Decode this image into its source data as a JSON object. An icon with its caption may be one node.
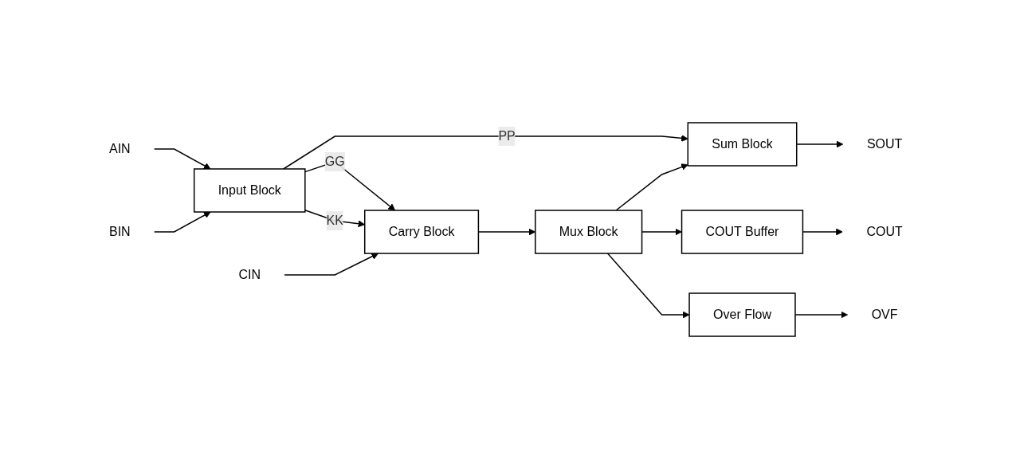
{
  "diagram": {
    "nodes": [
      {
        "text": [
          "AIN"
        ]
      },
      {
        "text": [
          "BIN"
        ]
      },
      {
        "text": [
          "Input Block"
        ]
      },
      {
        "text": [
          "CIN"
        ]
      },
      {
        "text": [
          "Carry Block"
        ]
      },
      {
        "text": [
          "COUT"
        ]
      },
      {
        "text": [
          "OVF"
        ]
      },
      {
        "text": [
          "COUT Buffer"
        ]
      },
      {
        "text": [
          "Over Flow"
        ]
      },
      {
        "text": [
          "Mux Block"
        ]
      },
      {
        "text": [
          "Sum Block"
        ]
      },
      {
        "text": [
          "SOUT"
        ]
      }
    ],
    "edges": [
      {
        "from": 0,
        "to": 2,
        "arrow": "to"
      },
      {
        "from": 1,
        "to": 2,
        "arrow": "to"
      },
      {
        "from": 2,
        "to": 4,
        "label": "GG",
        "arrow": "to"
      },
      {
        "from": 2,
        "to": 4,
        "label": "KK",
        "arrow": "to"
      },
      {
        "from": 2,
        "to": 10,
        "label": "PP",
        "arrow": "to"
      },
      {
        "from": 3,
        "to": 4,
        "arrow": "to"
      },
      {
        "from": 4,
        "to": 9,
        "arrow": "to"
      },
      {
        "from": 9,
        "to": 10,
        "arrow": "to"
      },
      {
        "from": 10,
        "to": 11,
        "arrow": "to"
      },
      {
        "from": 9,
        "to": 7,
        "arrow": "to"
      },
      {
        "from": 9,
        "to": 8,
        "arrow": "to"
      },
      {
        "from": 7,
        "to": 5,
        "arrow": "to"
      },
      {
        "from": 8,
        "to": 6,
        "arrow": "to"
      }
    ]
  }
}
